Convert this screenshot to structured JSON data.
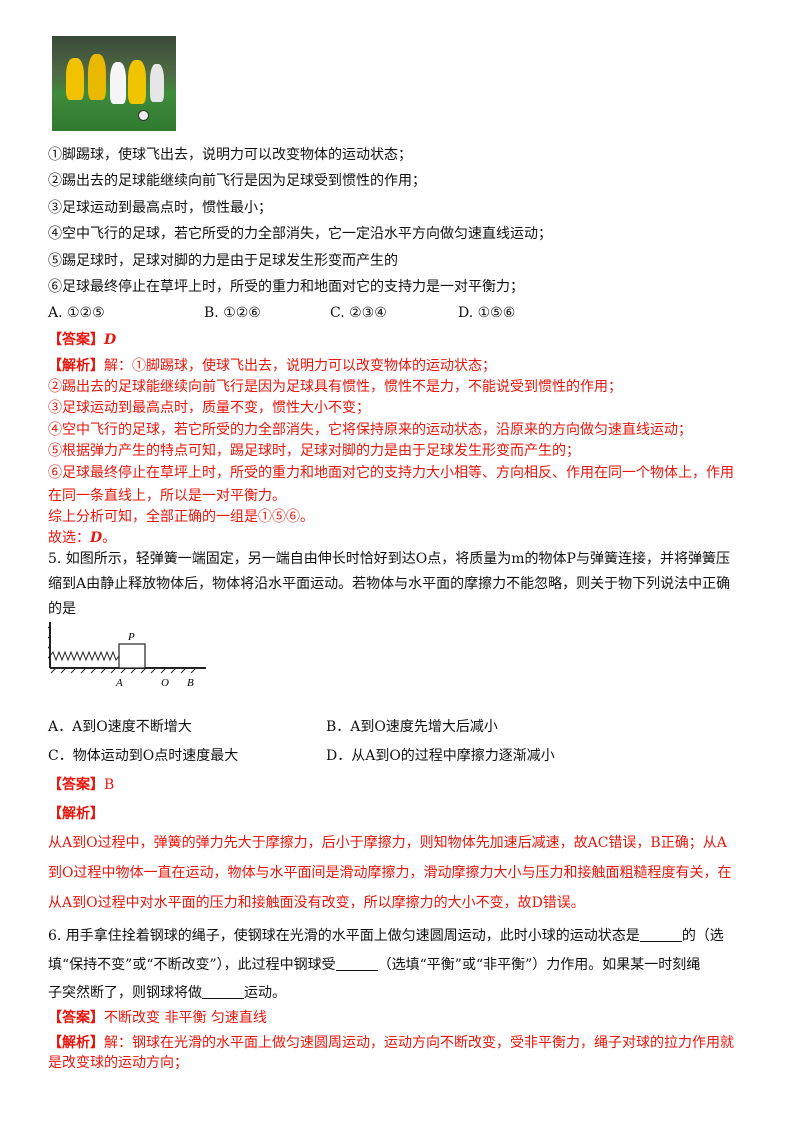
{
  "q4": {
    "statements": [
      "①脚踢球，使球飞出去，说明力可以改变物体的运动状态；",
      "②踢出去的足球能继续向前飞行是因为足球受到惯性的作用；",
      "③足球运动到最高点时，惯性最小；",
      "④空中飞行的足球，若它所受的力全部消失，它一定沿水平方向做匀速直线运动；",
      "⑤踢足球时，足球对脚的力是由于足球发生形变而产生的",
      "⑥足球最终停止在草坪上时，所受的重力和地面对它的支持力是一对平衡力；"
    ],
    "options": [
      "A. ①②⑤",
      "B. ①②⑥",
      "C. ②③④",
      "D. ①⑤⑥"
    ],
    "answer_label": "【答案】",
    "answer_value": "D",
    "analysis_label": "【解析】",
    "analysis_lines": [
      "解：①脚踢球，使球飞出去，说明力可以改变物体的运动状态；",
      "②踢出去的足球能继续向前飞行是因为足球具有惯性，惯性不是力，不能说受到惯性的作用；",
      "③足球运动到最高点时，质量不变，惯性大小不变；",
      "④空中飞行的足球，若它所受的力全部消失，它将保持原来的运动状态，沿原来的方向做匀速直线运动；",
      "⑤根据弹力产生的特点可知，踢足球时，足球对脚的力是由于足球发生形变而产生的；",
      "⑥足球最终停止在草坪上时，所受的重力和地面对它的支持力大小相等、方向相反、作用在同一个物体上，作用",
      "在同一条直线上，所以是一对平衡力。",
      "综上分析可知，全部正确的一组是①⑤⑥。"
    ],
    "conclusion_prefix": "故选：",
    "conclusion_value": "D",
    "conclusion_suffix": "。"
  },
  "q5": {
    "stem": [
      "5. 如图所示，轻弹簧一端固定，另一端自由伸长时恰好到达O点，将质量为m的物体P与弹簧连接，并将弹簧压",
      "缩到A由静止释放物体后，物体将沿水平面运动。若物体与水平面的摩擦力不能忽略，则关于物下列说法中正确",
      "的是"
    ],
    "figure_labels": {
      "block": "P",
      "a": "A",
      "o": "O",
      "b": "B"
    },
    "options": [
      "A．A到O速度不断增大",
      "B．A到O速度先增大后减小",
      "C．物体运动到O点时速度最大",
      "D．从A到O的过程中摩擦力逐渐减小"
    ],
    "answer_label": "【答案】",
    "answer_value": "B",
    "analysis_label": "【解析】",
    "analysis_lines": [
      "从A到O过程中，弹簧的弹力先大于摩擦力，后小于摩擦力，则知物体先加速后减速，故AC错误，B正确；从A",
      "到O过程中物体一直在运动，物体与水平面间是滑动摩擦力，滑动摩擦力大小与压力和接触面粗糙程度有关，在",
      "从A到O过程中对水平面的压力和接触面没有改变，所以摩擦力的大小不变，故D错误。"
    ]
  },
  "q6": {
    "stem_1a": "6. 用手拿住拴着钢球的绳子，使钢球在光滑的水平面上做匀速圆周运动，此时小球的运动状态是",
    "stem_1b": "的（选",
    "stem_2a": "填“保持不变”或“不断改变”），此过程中钢球受",
    "stem_2b": "（选填“平衡”或“非平衡”）力作用。如果某一时刻绳",
    "stem_3a": "子突然断了，则钢球将做",
    "stem_3b": "运动。",
    "answer_label": "【答案】",
    "answer_value": "不断改变   非平衡   匀速直线",
    "analysis_label": "【解析】",
    "analysis_lines": [
      "解：钢球在光滑的水平面上做匀速圆周运动，运动方向不断改变，受非平衡力，绳子对球的拉力作用就",
      "是改变球的运动方向；"
    ]
  }
}
